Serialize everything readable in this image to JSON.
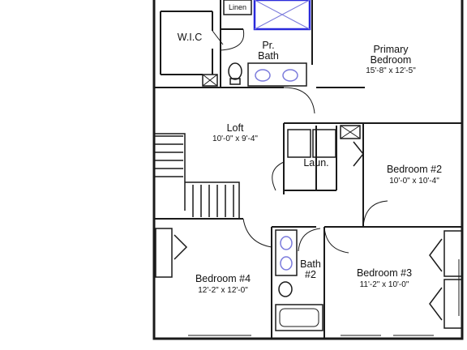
{
  "rooms": {
    "wic": {
      "name": "W.I.C"
    },
    "linen": {
      "name": "Linen"
    },
    "pr_bath": {
      "line1": "Pr.",
      "line2": "Bath"
    },
    "primary": {
      "line1": "Primary",
      "line2": "Bedroom",
      "dims": "15'-8\" x 12'-5\""
    },
    "loft": {
      "name": "Loft",
      "dims": "10'-0\" x 9'-4\""
    },
    "laundry": {
      "name": "Laun."
    },
    "bedroom2": {
      "name": "Bedroom #2",
      "dims": "10'-0\" x 10'-4\""
    },
    "bedroom4": {
      "name": "Bedroom #4",
      "dims": "12'-2\" x 12'-0\""
    },
    "bath2": {
      "line1": "Bath",
      "line2": "#2"
    },
    "bedroom3": {
      "name": "Bedroom #3",
      "dims": "11'-2\" x 10'-0\""
    }
  },
  "colors": {
    "wall": "#1a1a1a",
    "shower": "#2a2adb",
    "fixture": "#7b7bdc"
  }
}
